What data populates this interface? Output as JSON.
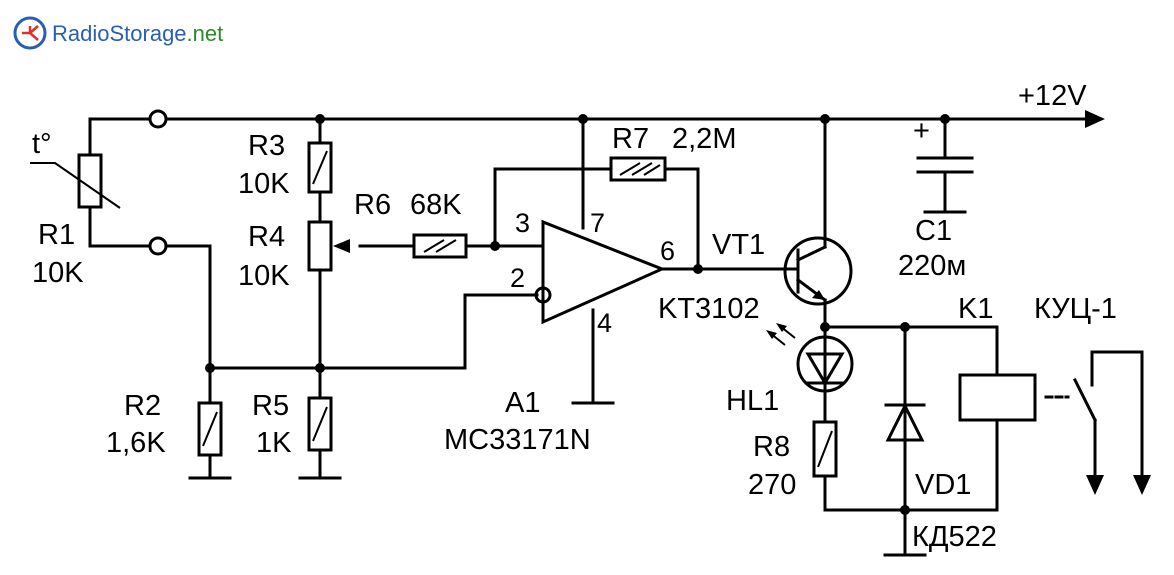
{
  "logo": {
    "name": "RadioStorage",
    "suffix": ".net",
    "colors": {
      "blue": "#2a5fb0",
      "green": "#2b8a2b",
      "red": "#d9342b"
    }
  },
  "supply": {
    "label": "+12V"
  },
  "components": {
    "r1": {
      "sensor_mark": "t°",
      "ref": "R1",
      "value": "10K"
    },
    "r2": {
      "ref": "R2",
      "value": "1,6K"
    },
    "r3": {
      "ref": "R3",
      "value": "10K"
    },
    "r4": {
      "ref": "R4",
      "value": "10K"
    },
    "r5": {
      "ref": "R5",
      "value": "1K"
    },
    "r6": {
      "ref": "R6",
      "value": "68K"
    },
    "r7": {
      "ref": "R7",
      "value": "2,2M"
    },
    "r8": {
      "ref": "R8",
      "value": "270"
    },
    "a1": {
      "ref": "A1",
      "part": "MC33171N",
      "pins": {
        "p2": "2",
        "p3": "3",
        "p4": "4",
        "p6": "6",
        "p7": "7"
      }
    },
    "vt1": {
      "ref": "VT1",
      "part": "KT3102"
    },
    "c1": {
      "ref": "C1",
      "value": "220м",
      "polarity": "+"
    },
    "hl1": {
      "ref": "HL1"
    },
    "vd1": {
      "ref": "VD1",
      "part": "КД522"
    },
    "k1": {
      "ref": "K1",
      "part": "КУЦ-1"
    }
  }
}
